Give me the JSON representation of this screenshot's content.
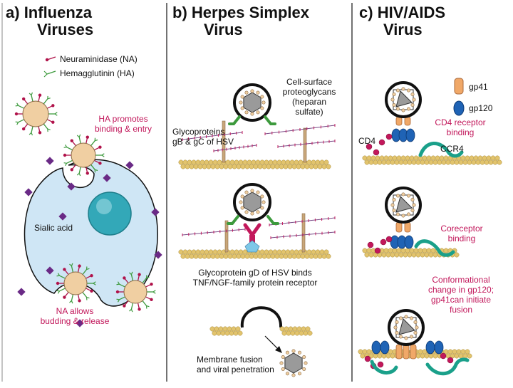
{
  "panels": {
    "a": {
      "letter": "a)",
      "title_line1": "Influenza",
      "title_line2": "Viruses",
      "legend_na": "Neuraminidase (NA)",
      "legend_ha": "Hemagglutinin (HA)",
      "ha_note_line1": "HA promotes",
      "ha_note_line2": "binding & entry",
      "sialic_acid": "Sialic acid",
      "na_note_line1": "NA allows",
      "na_note_line2": "budding & release"
    },
    "b": {
      "letter": "b)",
      "title_line1": "Herpes Simplex",
      "title_line2": "Virus",
      "proteoglycans_line1": "Cell-surface",
      "proteoglycans_line2": "proteoglycans",
      "proteoglycans_line3": "(heparan",
      "proteoglycans_line4": "sulfate)",
      "glyco_line1": "Glycoproteins",
      "glyco_line2": "gB & gC of HSV",
      "gd_line1": "Glycoprotein gD of HSV binds",
      "gd_line2": "TNF/NGF-family protein receptor",
      "fusion_line1": "Membrane fusion",
      "fusion_line2": "and viral penetration"
    },
    "c": {
      "letter": "c)",
      "title_line1": "HIV/AIDS",
      "title_line2": "Virus",
      "legend_gp41": "gp41",
      "legend_gp120": "gp120",
      "cd4": "CD4",
      "cd4_binding_line1": "CD4 receptor",
      "cd4_binding_line2": "binding",
      "ccr4": "CCR4",
      "coreceptor_line1": "Coreceptor",
      "coreceptor_line2": "binding",
      "conf_line1": "Conformational",
      "conf_line2": "change in gp120;",
      "conf_line3": "gp41can initiate",
      "conf_line4": "fusion"
    }
  },
  "colors": {
    "virion_fill": "#f0cfa2",
    "virion_stroke": "#8a6a45",
    "na_spike": "#b0124a",
    "ha_spike": "#3d9a3d",
    "cell_fill": "#cfe6f5",
    "nucleus": "#33a8b8",
    "sialic": "#6a2a86",
    "membrane": "#e2c46e",
    "receptor_pink": "#c2185b",
    "receptor_tip": "#7ec8e8",
    "gp41": "#f0a868",
    "gp120": "#1f63b5",
    "ccr4": "#1aa08a",
    "highlight_text": "#c2185b"
  }
}
